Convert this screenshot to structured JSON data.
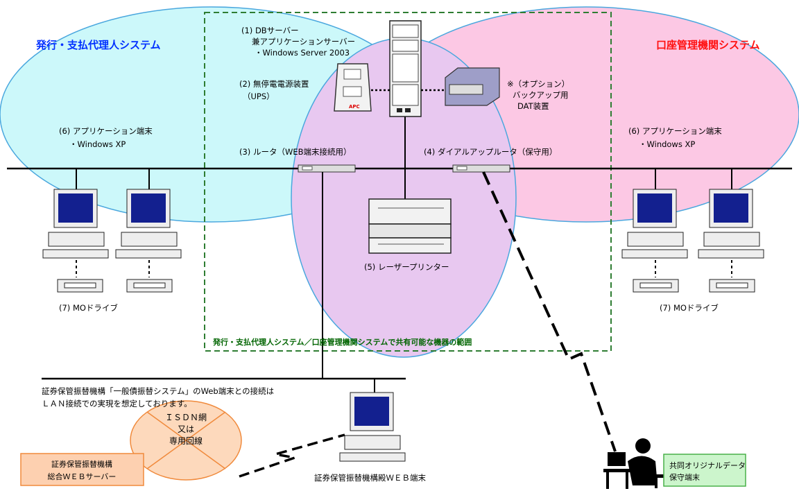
{
  "left_system": {
    "title": "発行・支払代理人システム"
  },
  "right_system": {
    "title": "口座管理機関システム"
  },
  "shared_area": {
    "label": "発行・支払代理人システム／口座管理機関システムで共有可能な機器の範囲"
  },
  "devices": {
    "db_server": {
      "line1": "(1) DBサーバー",
      "line2": "兼アプリケーションサーバー",
      "line3": "・Windows Server 2003"
    },
    "ups": {
      "line1": "(2) 無停電電源装置",
      "line2": "（UPS）",
      "brand": "APC"
    },
    "router_web": {
      "label": "(3) ルータ（WEB端末接続用）"
    },
    "dialup_router": {
      "label": "(4) ダイアルアップルータ（保守用）"
    },
    "printer": {
      "label": "(5) レーザープリンター"
    },
    "app_terminal_left": {
      "line1": "(6) アプリケーション端末",
      "line2": "・Windows XP"
    },
    "app_terminal_right": {
      "line1": "(6) アプリケーション端末",
      "line2": "・Windows XP"
    },
    "mo_left": {
      "label": "(7) MOドライブ"
    },
    "mo_right": {
      "label": "(7) MOドライブ"
    },
    "dat": {
      "line1": "※（オプション）",
      "line2": "バックアップ用",
      "line3": "DAT装置"
    }
  },
  "jasdec": {
    "note_line1": "証券保管振替機構「一般債振替システム」のWeb端末との接続は",
    "note_line2": "ＬＡＮ接続での実現を想定しております。",
    "isdn_line1": "ＩＳＤＮ網",
    "isdn_line2": "又は",
    "isdn_line3": "専用回線",
    "web_server_line1": "証券保管振替機構",
    "web_server_line2": "総合ＷＥＢサーバー",
    "web_terminal": "証券保管振替機構殿ＷＥＢ端末"
  },
  "maintenance": {
    "line1": "共同オリジナルデータ",
    "line2": "保守端末"
  },
  "colors": {
    "left_fill": "#ccf8fa",
    "right_fill": "#fcc8e4",
    "overlap_fill": "#e8c8f0",
    "shared_border": "#2e7d32",
    "isdn_fill": "#fdd9bc",
    "web_server_fill": "#fdd0b0",
    "maint_fill": "#ccf5cc"
  }
}
